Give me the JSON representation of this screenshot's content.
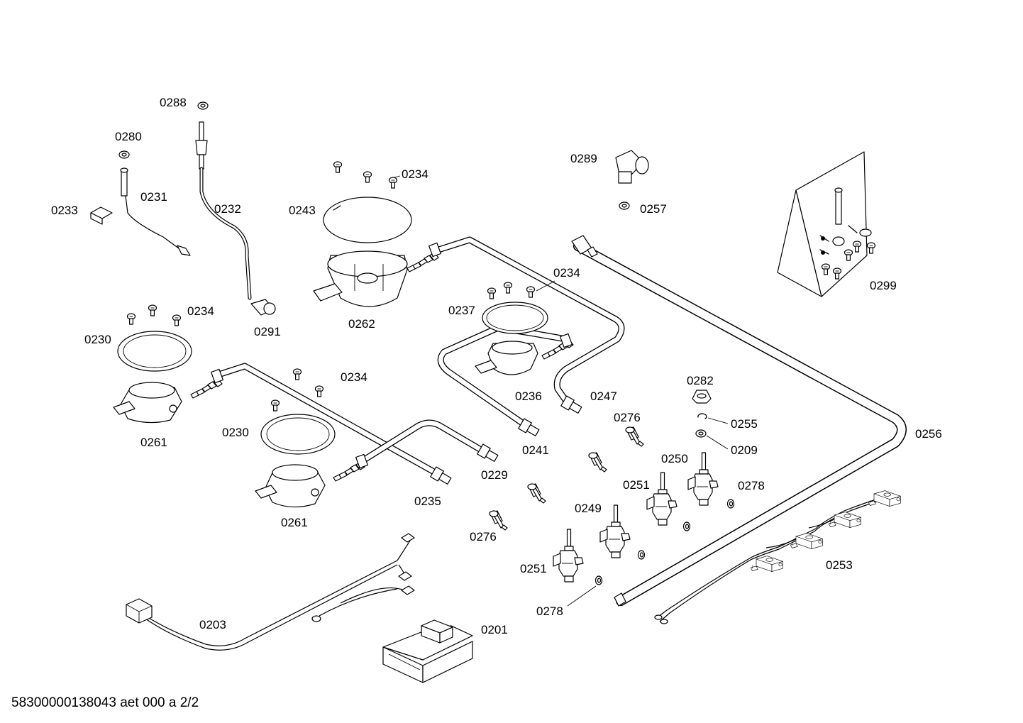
{
  "document_code": "58300000138043 aet 000 a 2/2",
  "labels": {
    "p0288": "0288",
    "p0280": "0280",
    "p0231": "0231",
    "p0233": "0233",
    "p0232": "0232",
    "p0291": "0291",
    "p0289": "0289",
    "p0257": "0257",
    "p0234a": "0234",
    "p0243": "0243",
    "p0262": "0262",
    "p0234b": "0234",
    "p0237": "0237",
    "p0236": "0236",
    "p0247": "0247",
    "p0234c": "0234",
    "p0230a": "0230",
    "p0261a": "0261",
    "p0234d": "0234",
    "p0230b": "0230",
    "p0261b": "0261",
    "p0235": "0235",
    "p0229": "0229",
    "p0241": "0241",
    "p0282": "0282",
    "p0255": "0255",
    "p0209": "0209",
    "p0276a": "0276",
    "p0250": "0250",
    "p0251a": "0251",
    "p0278a": "0278",
    "p0249": "0249",
    "p0276b": "0276",
    "p0251b": "0251",
    "p0278b": "0278",
    "p0256": "0256",
    "p0253": "0253",
    "p0299": "0299",
    "p0203": "0203",
    "p0201": "0201"
  }
}
